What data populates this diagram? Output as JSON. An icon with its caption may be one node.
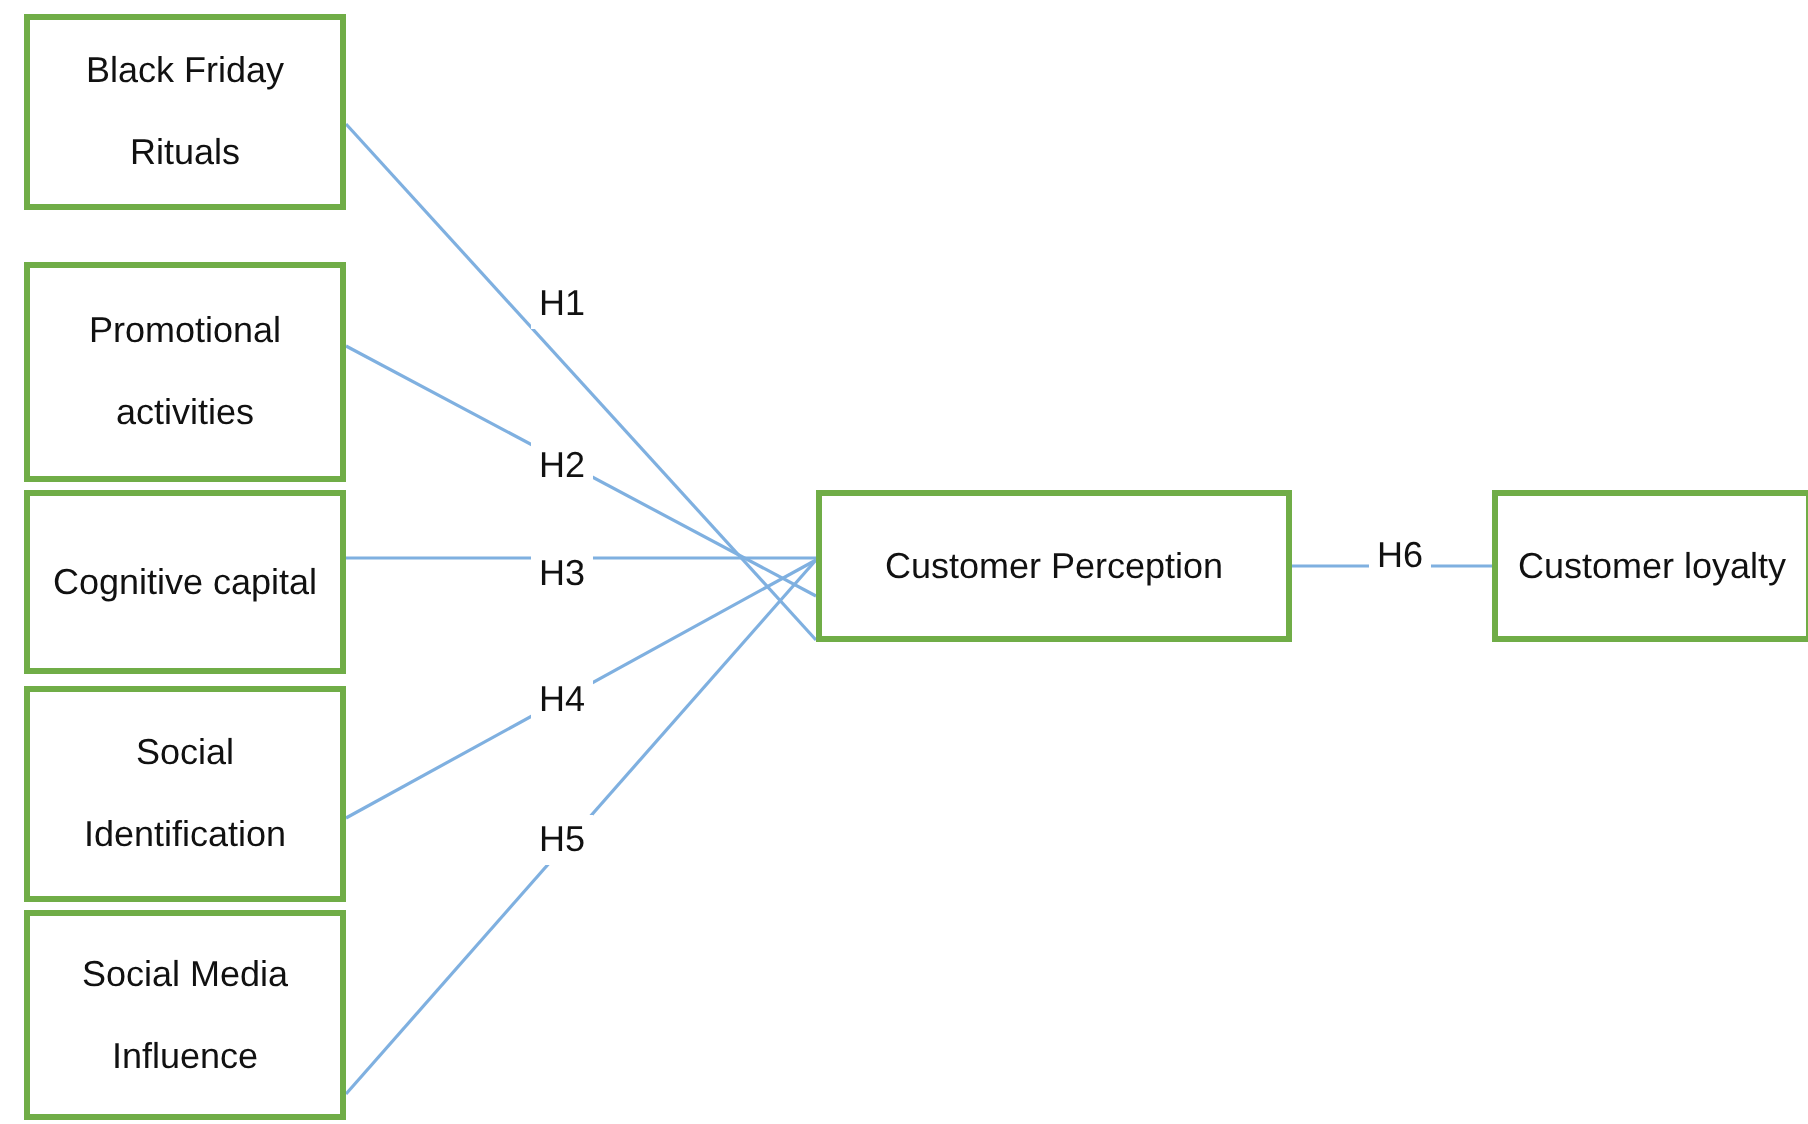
{
  "diagram": {
    "nodes": [
      {
        "text": [
          "Black Friday Rituals"
        ]
      },
      {
        "text": [
          "Promotional activities"
        ]
      },
      {
        "text": [
          "Cognitive capital"
        ]
      },
      {
        "text": [
          "Social Identification"
        ]
      },
      {
        "text": [
          "Social Media Influence"
        ]
      },
      {
        "text": [
          "Customer Perception"
        ]
      },
      {
        "text": [
          "Customer loyalty"
        ]
      }
    ],
    "edges": [
      {
        "from": 0,
        "to": 5,
        "arrow": "none",
        "label": "H1"
      },
      {
        "from": 1,
        "to": 5,
        "arrow": "none",
        "label": "H2"
      },
      {
        "from": 2,
        "to": 5,
        "arrow": "none",
        "label": "H3"
      },
      {
        "from": 3,
        "to": 5,
        "arrow": "none",
        "label": "H4"
      },
      {
        "from": 4,
        "to": 5,
        "arrow": "none",
        "label": "H5"
      },
      {
        "from": 5,
        "to": 6,
        "arrow": "none",
        "label": "H6"
      }
    ]
  }
}
